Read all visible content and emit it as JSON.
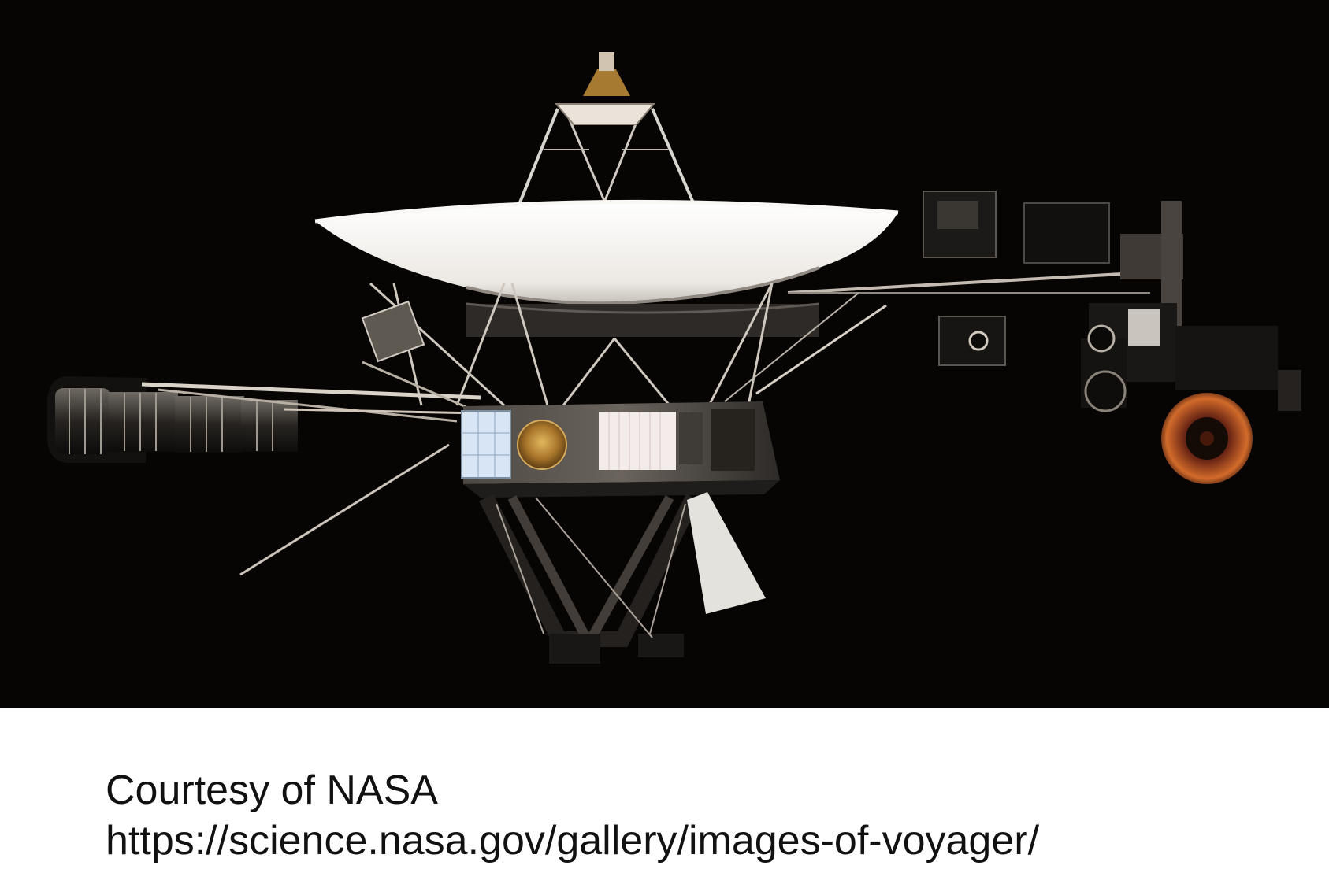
{
  "image": {
    "subject": "spacecraft",
    "background_color": "#050403"
  },
  "caption": {
    "credit": "Courtesy of NASA",
    "url": "https://science.nasa.gov/gallery/images-of-voyager/"
  }
}
